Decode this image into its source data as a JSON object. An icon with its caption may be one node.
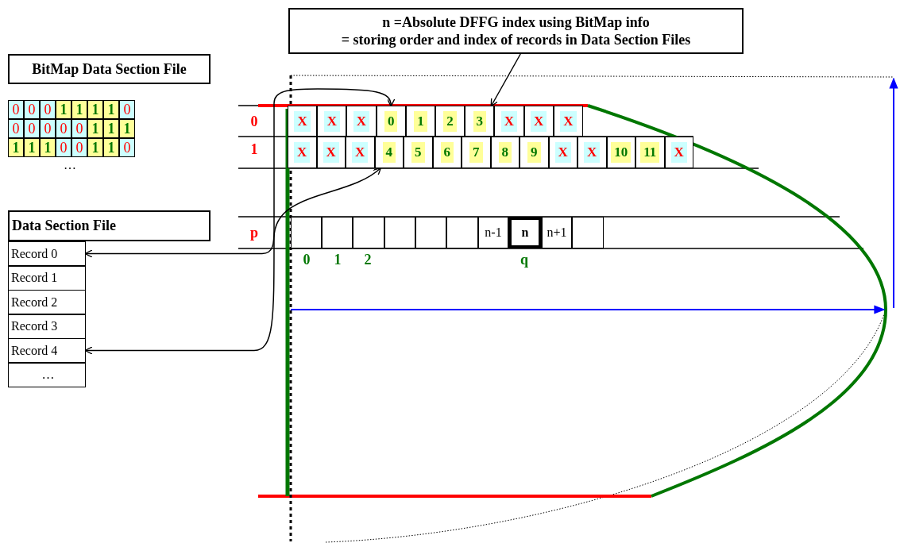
{
  "diagram": {
    "nodes": [
      {
        "text": [
          "n =Absolute DFFG index using BitMap info",
          "= storing order and index of records in Data Section Files"
        ]
      },
      {
        "text": [
          "BitMap Data Section File"
        ]
      },
      {
        "text": [
          "0"
        ]
      },
      {
        "text": [
          "0"
        ]
      },
      {
        "text": [
          "0"
        ]
      },
      {
        "text": [
          "1"
        ]
      },
      {
        "text": [
          "1"
        ]
      },
      {
        "text": [
          "1"
        ]
      },
      {
        "text": [
          "1"
        ]
      },
      {
        "text": [
          "0"
        ]
      },
      {
        "text": [
          "0"
        ]
      },
      {
        "text": [
          "0"
        ]
      },
      {
        "text": [
          "0"
        ]
      },
      {
        "text": [
          "0"
        ]
      },
      {
        "text": [
          "0"
        ]
      },
      {
        "text": [
          "1"
        ]
      },
      {
        "text": [
          "1"
        ]
      },
      {
        "text": [
          "1"
        ]
      },
      {
        "text": [
          "1"
        ]
      },
      {
        "text": [
          "1"
        ]
      },
      {
        "text": [
          "1"
        ]
      },
      {
        "text": [
          "0"
        ]
      },
      {
        "text": [
          "0"
        ]
      },
      {
        "text": [
          "1"
        ]
      },
      {
        "text": [
          "1"
        ]
      },
      {
        "text": [
          "0"
        ]
      },
      {
        "text": [
          "X"
        ]
      },
      {
        "text": [
          "X"
        ]
      },
      {
        "text": [
          "X"
        ]
      },
      {
        "text": [
          "0"
        ]
      },
      {
        "text": [
          "1"
        ]
      },
      {
        "text": [
          "2"
        ]
      },
      {
        "text": [
          "3"
        ]
      },
      {
        "text": [
          "X"
        ]
      },
      {
        "text": [
          "X"
        ]
      },
      {
        "text": [
          "X"
        ]
      },
      {
        "text": [
          "X"
        ]
      },
      {
        "text": [
          "X"
        ]
      },
      {
        "text": [
          "X"
        ]
      },
      {
        "text": [
          "4"
        ]
      },
      {
        "text": [
          "5"
        ]
      },
      {
        "text": [
          "6"
        ]
      },
      {
        "text": [
          "7"
        ]
      },
      {
        "text": [
          "8"
        ]
      },
      {
        "text": [
          "9"
        ]
      },
      {
        "text": [
          "X"
        ]
      },
      {
        "text": [
          "X"
        ]
      },
      {
        "text": [
          "10"
        ]
      },
      {
        "text": [
          "11"
        ]
      },
      {
        "text": [
          "X"
        ]
      },
      {
        "text": [
          "Data Section File"
        ]
      },
      {
        "text": [
          "Record 0"
        ]
      },
      {
        "text": [
          "Record 1"
        ]
      },
      {
        "text": [
          "Record 2"
        ]
      },
      {
        "text": [
          "Record 3"
        ]
      },
      {
        "text": [
          "Record 4"
        ]
      },
      {
        "text": [
          "…"
        ]
      },
      {
        "text": [],
        "shape": "box"
      },
      {
        "text": [],
        "shape": "box"
      },
      {
        "text": [],
        "shape": "box"
      },
      {
        "text": [],
        "shape": "box"
      },
      {
        "text": [],
        "shape": "box"
      },
      {
        "text": [],
        "shape": "box"
      },
      {
        "text": [
          "n-1"
        ]
      },
      {
        "text": [
          "n"
        ]
      },
      {
        "text": [
          "n+1"
        ]
      },
      {
        "text": [],
        "shape": "box"
      }
    ],
    "edges": [
      {
        "from": 0,
        "to": 32,
        "arrow": "to"
      },
      {
        "from": 51,
        "to": 29,
        "arrow": "both"
      },
      {
        "from": 55,
        "to": 39,
        "arrow": "both"
      }
    ],
    "labels": [
      "0",
      "1",
      "…",
      "p",
      "0",
      "1",
      "2",
      "q"
    ]
  }
}
